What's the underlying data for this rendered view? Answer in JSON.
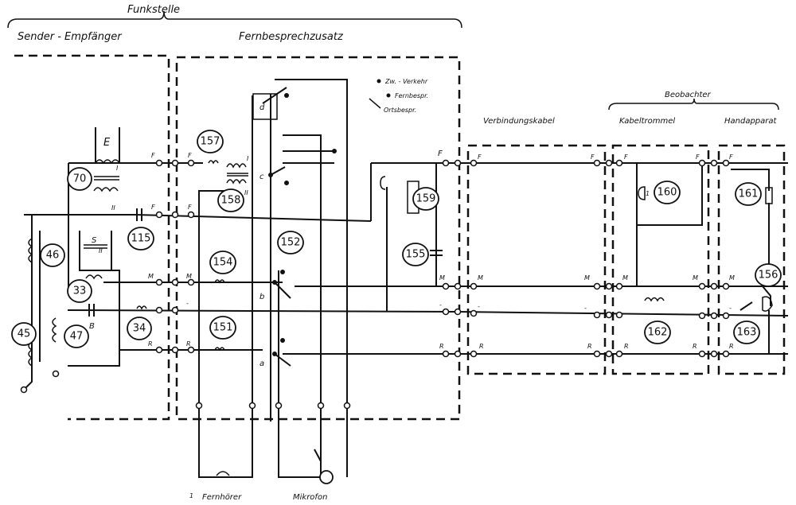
{
  "headers": {
    "funkstelle": "Funkstelle",
    "sender_empfaenger": "Sender - Empfänger",
    "fernbesprechzusatz": "Fernbesprechzusatz",
    "beobachter": "Beobachter",
    "verbindungskabel": "Verbindungskabel",
    "kabeltrommel": "Kabeltrommel",
    "handapparat": "Handapparat"
  },
  "legend": {
    "zw_verkehr": "Zw. - Verkehr",
    "fernbespr": "Fernbespr.",
    "ortsbespr": "Ortsbespr."
  },
  "bottom_labels": {
    "fernhoerer": "Fernhörer",
    "mikrofon": "Mikrofon",
    "index_1": "1"
  },
  "component_numbers": {
    "c45": "45",
    "c46": "46",
    "c47": "47",
    "c70": "70",
    "c33": "33",
    "c34": "34",
    "c115": "115",
    "c157": "157",
    "c158": "158",
    "c154": "154",
    "c151": "151",
    "c152": "152",
    "c155": "155",
    "c159": "159",
    "c160": "160",
    "c161": "161",
    "c162": "162",
    "c163": "163",
    "c156": "156"
  },
  "switch_letters": {
    "a": "a",
    "b": "b",
    "c": "c",
    "d": "d"
  },
  "line_letters": {
    "F": "F",
    "M": "M",
    "R": "R",
    "minus": "-"
  },
  "part_letters": {
    "E": "E",
    "S": "S",
    "B": "B",
    "I": "I",
    "II": "II"
  }
}
